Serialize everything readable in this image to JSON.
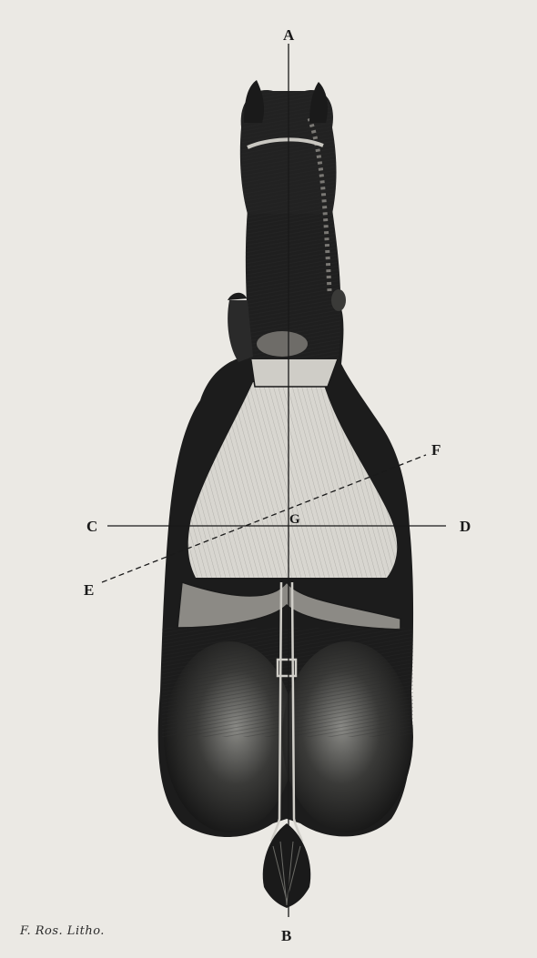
{
  "labels": {
    "a": "A",
    "b": "B",
    "c": "C",
    "d": "D",
    "e": "E",
    "f": "F",
    "g": "G"
  },
  "signature": "F. Ros. Litho.",
  "colors": {
    "paper": "#ebe9e4",
    "ink": "#1a1a1a",
    "body_dark": "#1c1c1c",
    "body_light": "#d8d6d0"
  }
}
